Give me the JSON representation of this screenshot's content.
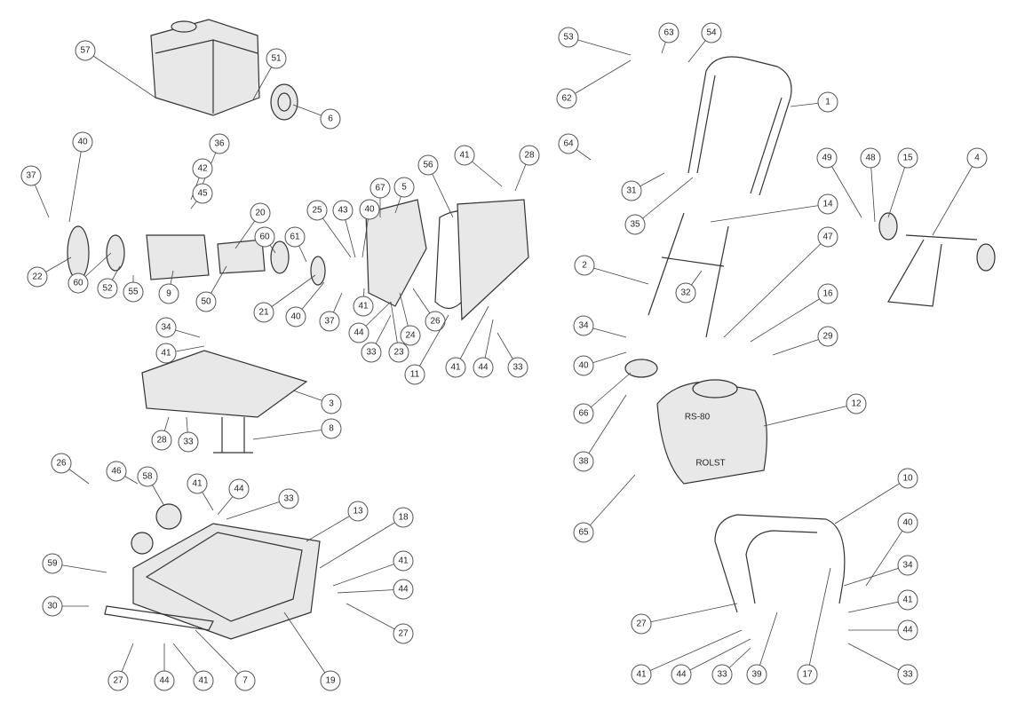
{
  "diagram": {
    "type": "exploded-parts-diagram",
    "left_assembly_callouts": [
      "57",
      "51",
      "6",
      "40",
      "36",
      "42",
      "37",
      "45",
      "28",
      "41",
      "56",
      "5",
      "67",
      "25",
      "43",
      "40",
      "20",
      "60",
      "61",
      "22",
      "60",
      "52",
      "55",
      "9",
      "50",
      "21",
      "40",
      "37",
      "41",
      "26",
      "44",
      "24",
      "33",
      "23",
      "11",
      "41",
      "44",
      "33",
      "34",
      "41",
      "3",
      "8",
      "28",
      "33",
      "26",
      "46",
      "58",
      "41",
      "44",
      "33",
      "13",
      "18",
      "59",
      "41",
      "44",
      "27",
      "30",
      "27",
      "44",
      "41",
      "7",
      "19"
    ],
    "right_assembly_callouts": [
      "53",
      "63",
      "54",
      "62",
      "1",
      "64",
      "49",
      "48",
      "15",
      "4",
      "31",
      "35",
      "14",
      "2",
      "47",
      "32",
      "16",
      "34",
      "29",
      "40",
      "66",
      "12",
      "38",
      "10",
      "40",
      "65",
      "34",
      "41",
      "27",
      "44",
      "41",
      "44",
      "33",
      "39",
      "17",
      "33"
    ],
    "tank_label": "RS-80",
    "tank_brand": "ROLST"
  }
}
